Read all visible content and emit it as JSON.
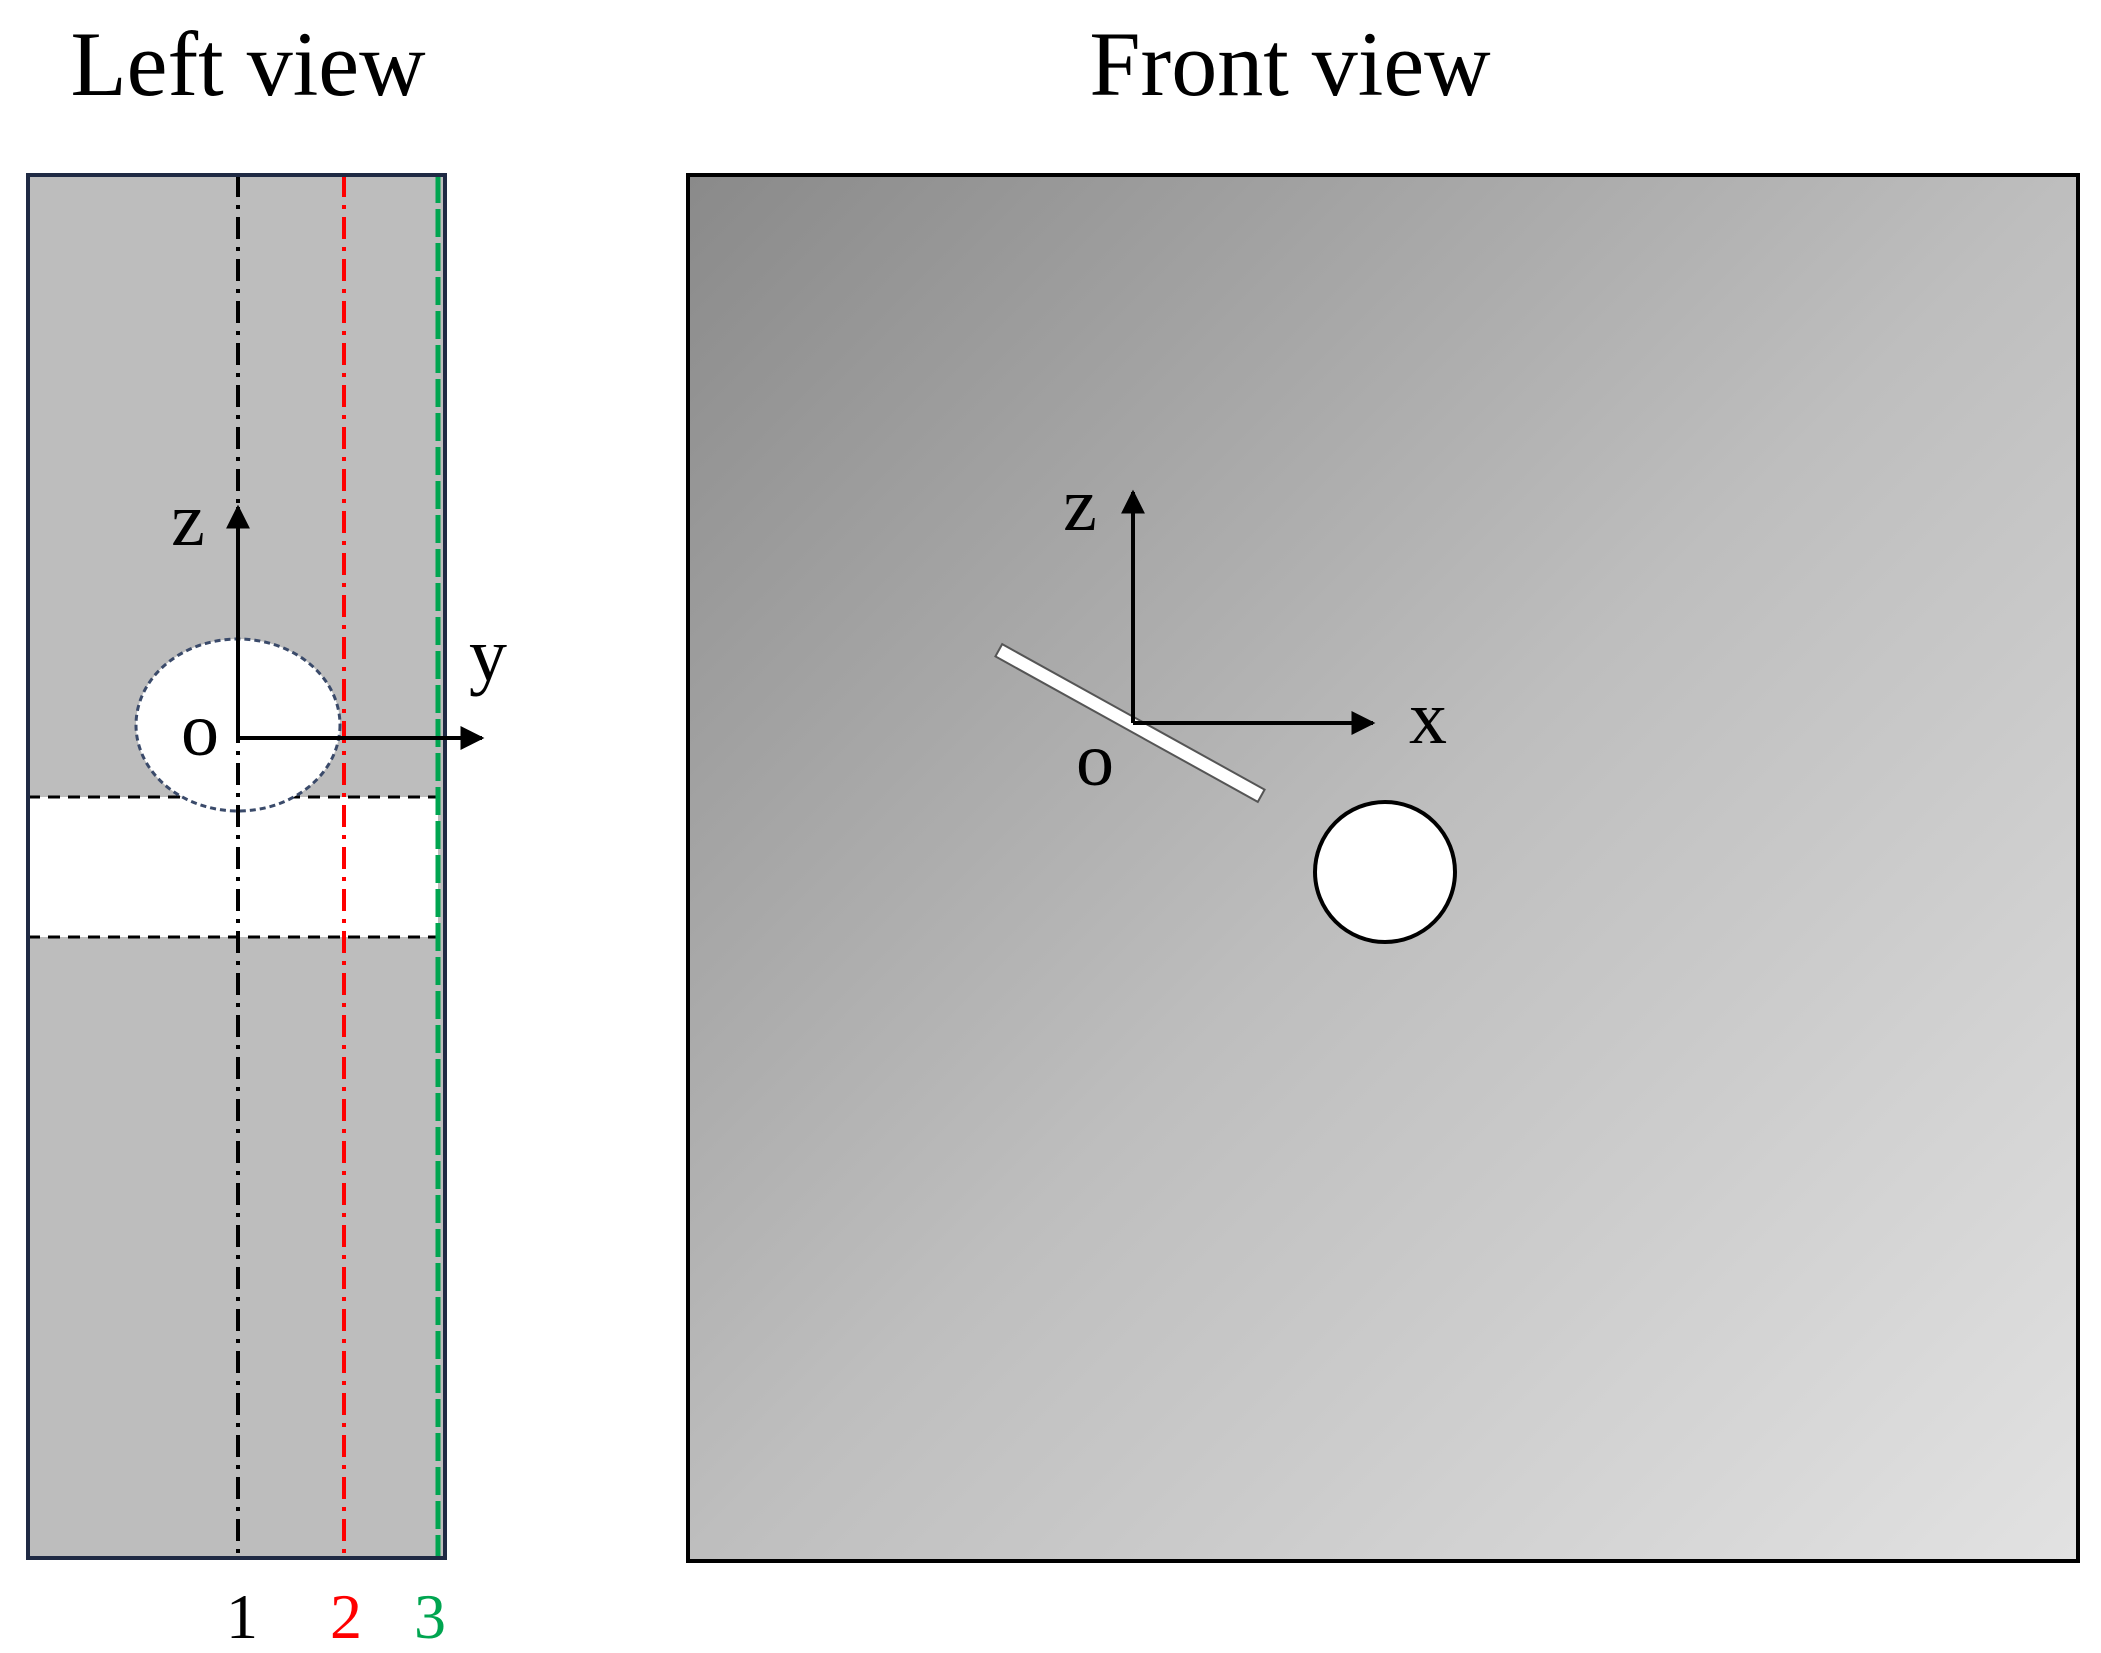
{
  "left_view": {
    "title": "Left view",
    "axis_z": "z",
    "axis_y": "y",
    "origin": "o",
    "lines": [
      {
        "label": "1",
        "color": "#000000"
      },
      {
        "label": "2",
        "color": "#ff0000"
      },
      {
        "label": "3",
        "color": "#00a550"
      }
    ]
  },
  "front_view": {
    "title": "Front view",
    "axis_z": "z",
    "axis_x": "x",
    "origin": "o"
  },
  "colors": {
    "panel_gray": "#bdbdbd",
    "frame": "#1f2a44",
    "gradient_dark": "#8a8a8a",
    "gradient_light": "#e2e2e2"
  }
}
